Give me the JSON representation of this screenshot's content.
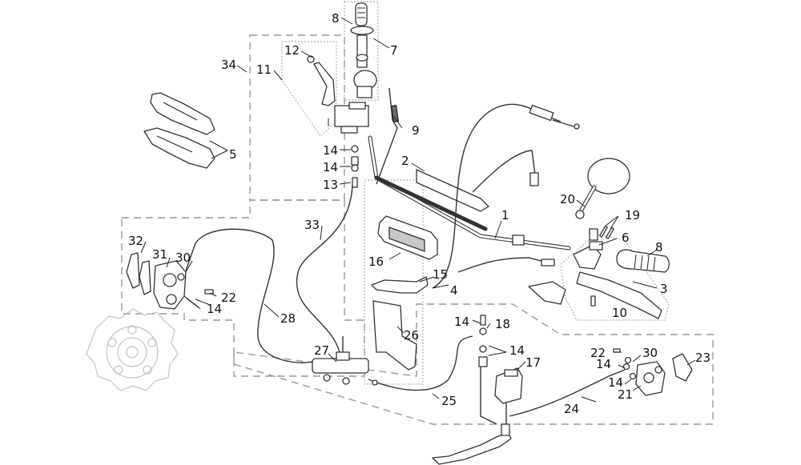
{
  "diagram": {
    "callouts": {
      "c1": "1",
      "c2": "2",
      "c3": "3",
      "c4": "4",
      "c5": "5",
      "c6": "6",
      "c7": "7",
      "c8a": "8",
      "c8b": "8",
      "c9": "9",
      "c10": "10",
      "c11": "11",
      "c12": "12",
      "c13": "13",
      "c14a": "14",
      "c14b": "14",
      "c14c": "14",
      "c14d": "14",
      "c14e": "14",
      "c14f": "14",
      "c14g": "14",
      "c15": "15",
      "c16": "16",
      "c17": "17",
      "c18": "18",
      "c19": "19",
      "c20": "20",
      "c21": "21",
      "c22a": "22",
      "c22b": "22",
      "c23": "23",
      "c24": "24",
      "c25": "25",
      "c26": "26",
      "c27": "27",
      "c28": "28",
      "c30a": "30",
      "c30b": "30",
      "c31": "31",
      "c32": "32",
      "c33": "33",
      "c34": "34"
    }
  }
}
